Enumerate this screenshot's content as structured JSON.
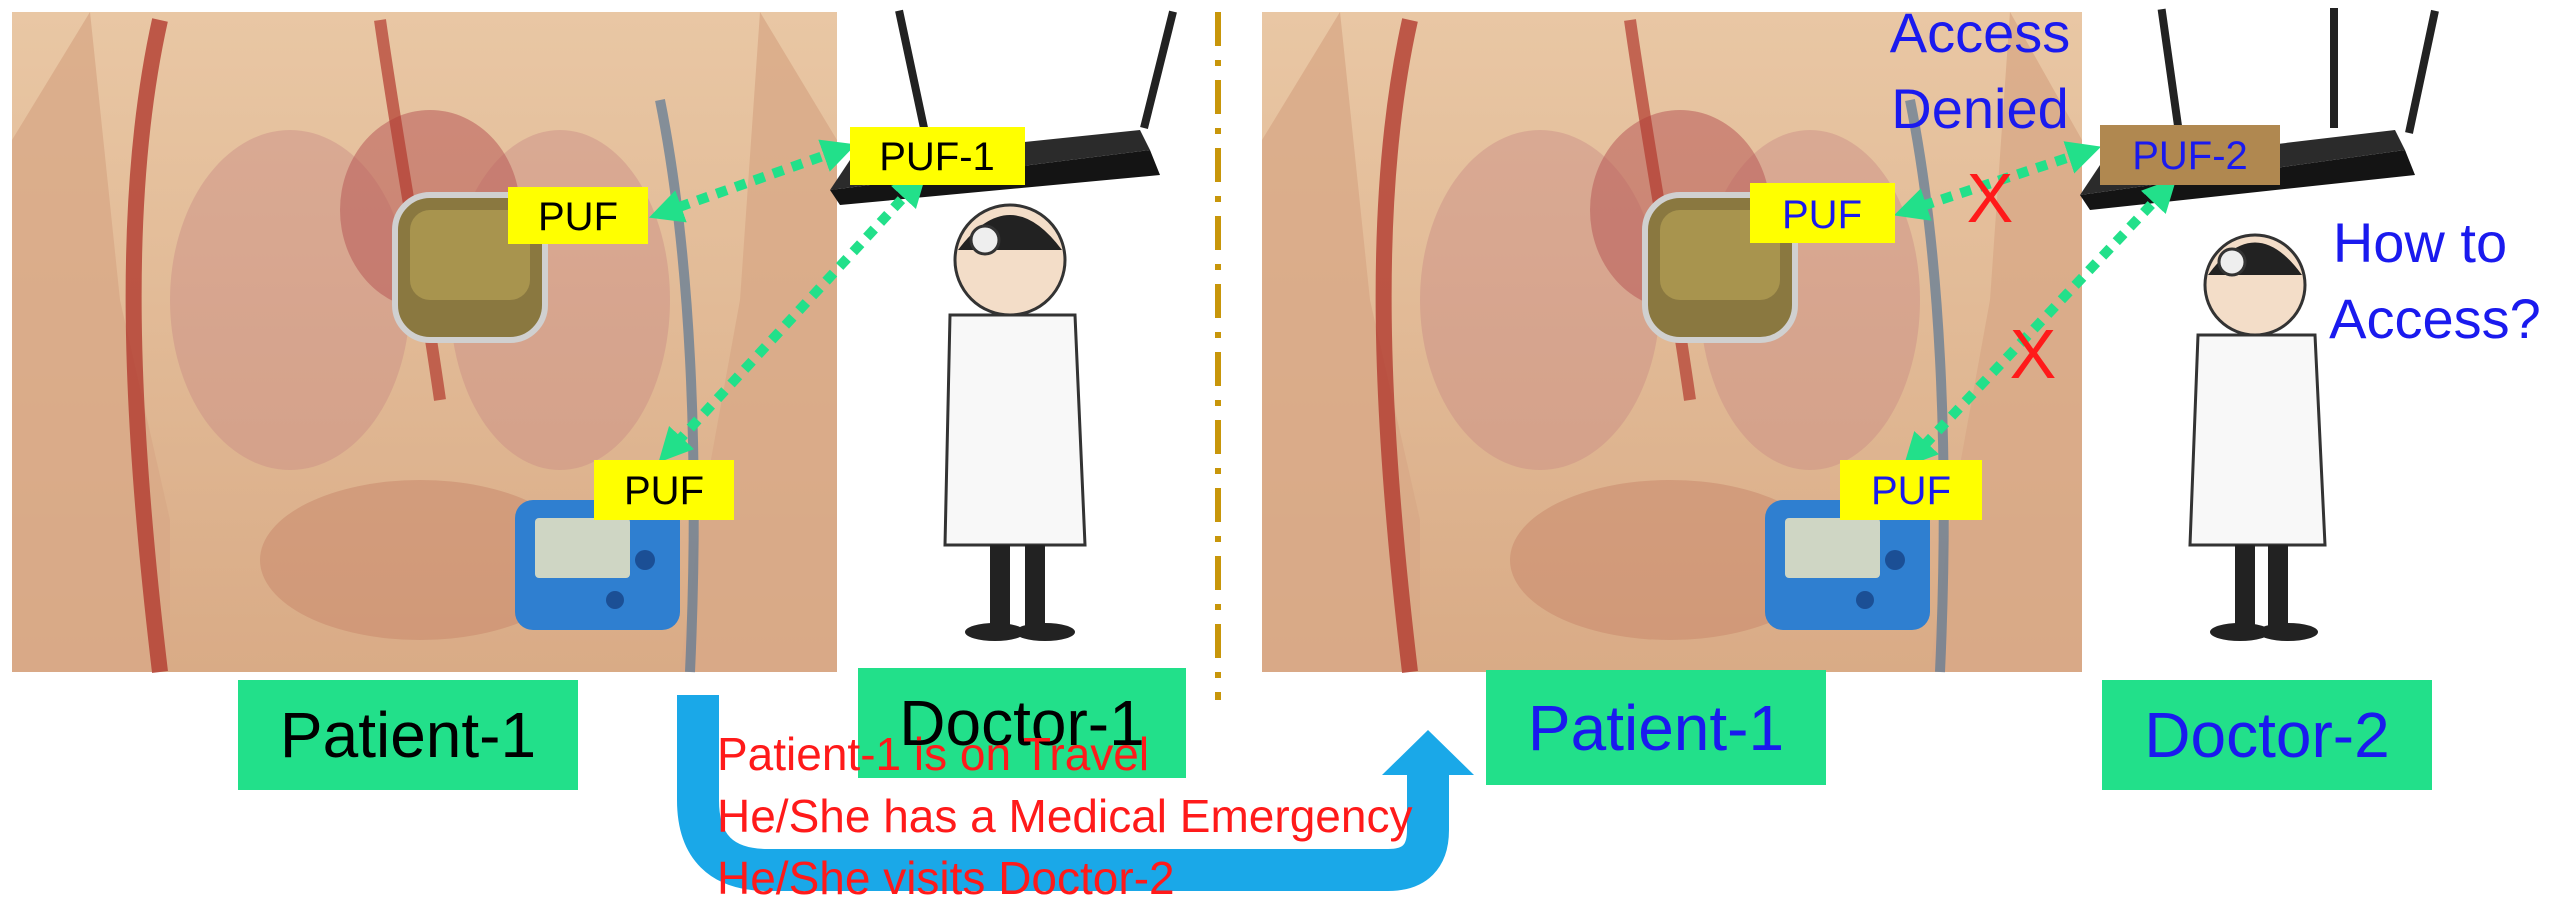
{
  "left_panel": {
    "implant_labels": [
      "PUF",
      "PUF"
    ],
    "reader_label": "PUF-1",
    "patient_label": "Patient-1",
    "doctor_label": "Doctor-1"
  },
  "right_panel": {
    "implant_labels": [
      "PUF",
      "PUF"
    ],
    "reader_label": "PUF-2",
    "access_denied": [
      "Access",
      "Denied"
    ],
    "how_to_access": [
      "How to",
      "Access?"
    ],
    "deny_marks": [
      "X",
      "X"
    ],
    "patient_label": "Patient-1",
    "doctor_label": "Doctor-2"
  },
  "scenario_text": [
    "Patient-1 is on Travel",
    "He/She has a Medical Emergency",
    "He/She visits Doctor-2"
  ],
  "colors": {
    "label_bg_green": "#22e08a",
    "puf_yellow": "#ffff00",
    "puf2_brown": "#b08850",
    "link_green": "#22e08a",
    "deny_red": "#ff1a1a",
    "question_blue": "#1a1aee",
    "travel_arrow": "#1aa8e8",
    "divider": "#c8960a"
  }
}
